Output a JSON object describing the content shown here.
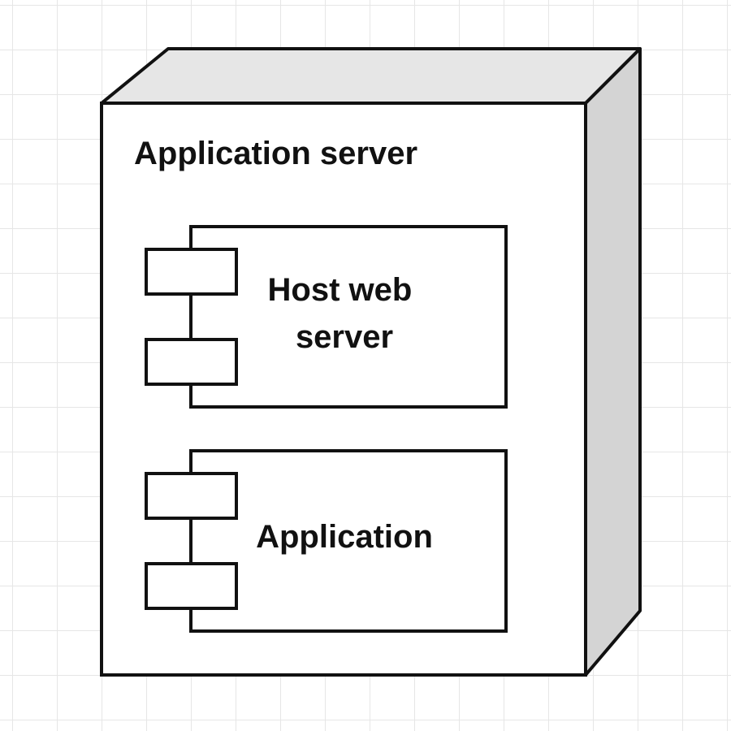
{
  "diagram": {
    "node": {
      "label": "Application server"
    },
    "components": [
      {
        "label_lines": [
          "Host web",
          "server"
        ]
      },
      {
        "label_lines": [
          "Application"
        ]
      }
    ]
  },
  "colors": {
    "stroke": "#111111",
    "node_front": "#ffffff",
    "node_top": "#e6e6e6",
    "node_side": "#d4d4d4",
    "grid": "#e6e6e6"
  },
  "icons": [
    "component-port-icon"
  ]
}
